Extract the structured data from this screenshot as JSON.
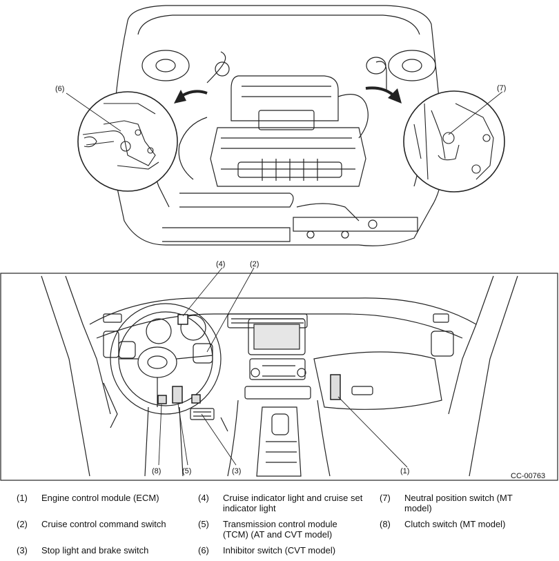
{
  "figure": {
    "code": "CC-00763",
    "callouts": {
      "c1": "(1)",
      "c2": "(2)",
      "c3": "(3)",
      "c4": "(4)",
      "c5": "(5)",
      "c6": "(6)",
      "c7": "(7)",
      "c8": "(8)"
    }
  },
  "legend": [
    {
      "num": "(1)",
      "text": "Engine control module (ECM)"
    },
    {
      "num": "(2)",
      "text": "Cruise control command switch"
    },
    {
      "num": "(3)",
      "text": "Stop light and brake switch"
    },
    {
      "num": "(4)",
      "text": "Cruise indicator light and cruise set indicator light"
    },
    {
      "num": "(5)",
      "text": "Transmission control module (TCM) (AT and CVT model)"
    },
    {
      "num": "(6)",
      "text": "Inhibitor switch (CVT model)"
    },
    {
      "num": "(7)",
      "text": "Neutral position switch (MT model)"
    },
    {
      "num": "(8)",
      "text": "Clutch switch (MT model)"
    }
  ]
}
